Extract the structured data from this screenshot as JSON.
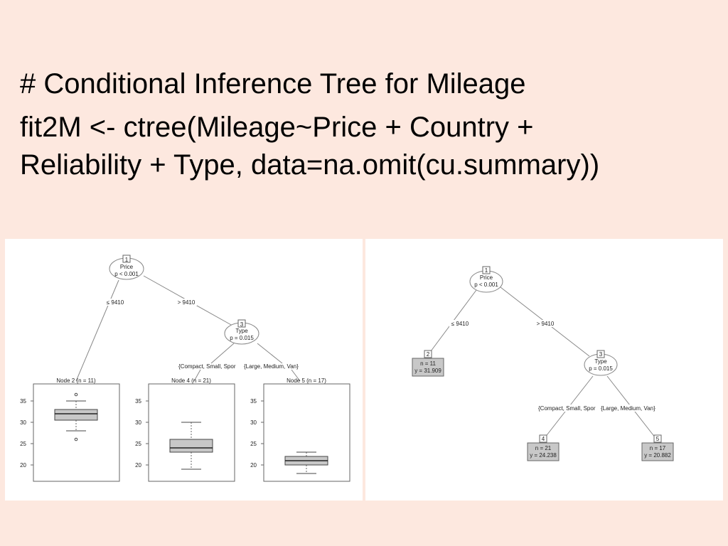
{
  "slide": {
    "comment_line": "# Conditional Inference Tree for Mileage",
    "code_line_1": "fit2M <- ctree(Mileage~Price + Country +",
    "code_line_2": "Reliability + Type, data=na.omit(cu.summary))"
  },
  "left_tree": {
    "root": {
      "id": "1",
      "var": "Price",
      "p": "p < 0.001"
    },
    "edge_left": "≤ 9410",
    "edge_right": "> 9410",
    "inner": {
      "id": "3",
      "var": "Type",
      "p": "p = 0.015"
    },
    "edge_inner_left": "{Compact, Small, Spor",
    "edge_inner_right": "{Large, Medium, Van}",
    "leaves": [
      {
        "title": "Node 2 (n = 11)",
        "min": 28,
        "q1": 30.5,
        "median": 32,
        "q3": 33,
        "max": 35,
        "outliers": [
          36.5,
          26
        ]
      },
      {
        "title": "Node 4 (n = 21)",
        "min": 19,
        "q1": 23,
        "median": 24,
        "q3": 26,
        "max": 30,
        "outliers": []
      },
      {
        "title": "Node 5 (n = 17)",
        "min": 18,
        "q1": 20,
        "median": 21,
        "q3": 22,
        "max": 23,
        "outliers": []
      }
    ],
    "y_ticks": [
      "35",
      "30",
      "25",
      "20"
    ],
    "y_tick_values": [
      35,
      30,
      25,
      20
    ],
    "y_range": [
      17,
      38.5
    ]
  },
  "right_tree": {
    "root": {
      "id": "1",
      "var": "Price",
      "p": "p < 0.001"
    },
    "edge_left": "≤ 9410",
    "edge_right": "> 9410",
    "inner": {
      "id": "3",
      "var": "Type",
      "p": "p = 0.015"
    },
    "edge_inner_left": "{Compact, Small, Spor",
    "edge_inner_right": "{Large, Medium, Van}",
    "leaves": [
      {
        "id": "2",
        "n": "n = 11",
        "y": "y = 31.909"
      },
      {
        "id": "4",
        "n": "n = 21",
        "y": "y = 24.238"
      },
      {
        "id": "5",
        "n": "n = 17",
        "y": "y = 20.882"
      }
    ]
  },
  "colors": {
    "background": "#fde8df",
    "box_fill": "#c8c8c8",
    "line": "#888888"
  }
}
